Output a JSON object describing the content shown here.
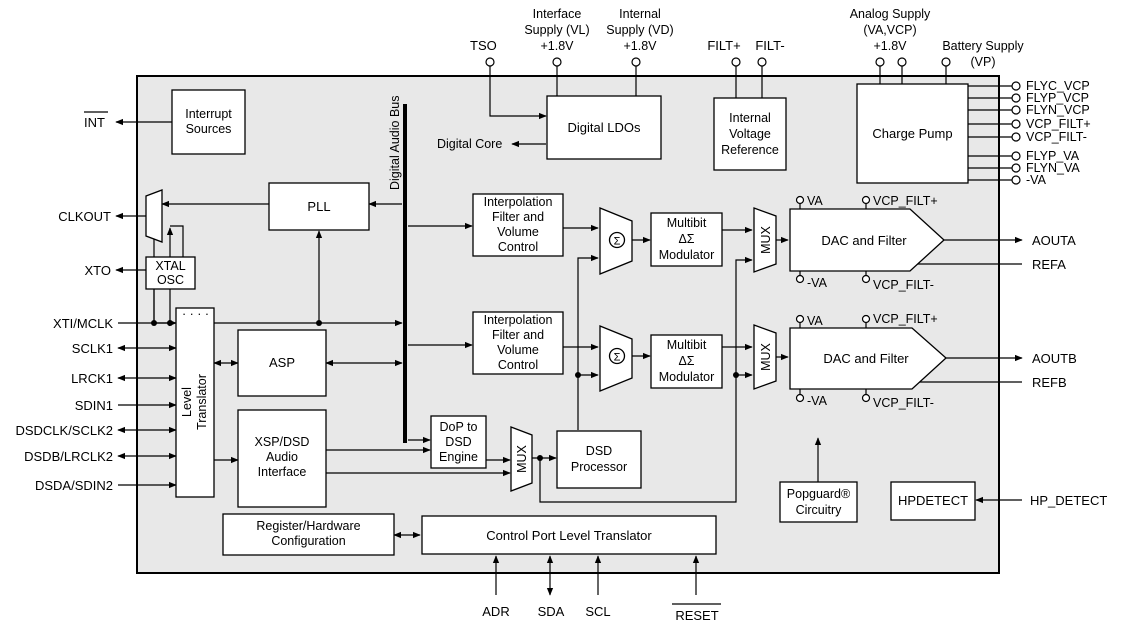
{
  "title_bus": "Digital Audio Bus",
  "blocks": {
    "interrupt": [
      "Interrupt",
      "Sources"
    ],
    "pll": "PLL",
    "xtal": [
      "XTAL",
      "OSC"
    ],
    "level_translator": [
      "Level",
      "Translator"
    ],
    "asp": "ASP",
    "xsp": [
      "XSP/DSD",
      "Audio",
      "Interface"
    ],
    "register": [
      "Register/Hardware",
      "Configuration"
    ],
    "control_port": "Control Port Level Translator",
    "digital_ldos": "Digital LDOs",
    "ivr": [
      "Internal",
      "Voltage",
      "Reference"
    ],
    "charge_pump": "Charge Pump",
    "interp_a": [
      "Interpolation",
      "Filter and",
      "Volume",
      "Control"
    ],
    "interp_b": [
      "Interpolation",
      "Filter and",
      "Volume",
      "Control"
    ],
    "mod_a": [
      "Multibit",
      "ΔΣ",
      "Modulator"
    ],
    "mod_b": [
      "Multibit",
      "ΔΣ",
      "Modulator"
    ],
    "dac_a": "DAC and Filter",
    "dac_b": "DAC and Filter",
    "dop": [
      "DoP to",
      "DSD",
      "Engine"
    ],
    "dsd_proc": [
      "DSD",
      "Processor"
    ],
    "popguard": [
      "Popguard®",
      "Circuitry"
    ],
    "hpdetect": "HPDETECT",
    "mux": "MUX",
    "sum": "Σ"
  },
  "left_pins": {
    "int": "INT",
    "clkout": "CLKOUT",
    "xto": "XTO",
    "xti": "XTI/MCLK",
    "sclk1": "SCLK1",
    "lrck1": "LRCK1",
    "sdin1": "SDIN1",
    "dsdclk": "DSDCLK/SCLK2",
    "dsdb": "DSDB/LRCLK2",
    "dsda": "DSDA/SDIN2"
  },
  "top_pins": {
    "tso": "TSO",
    "vl": [
      "Interface",
      "Supply (VL)",
      "+1.8V"
    ],
    "vd": [
      "Internal",
      "Supply (VD)",
      "+1.8V"
    ],
    "filt_p": "FILT+",
    "filt_m": "FILT-",
    "analog": [
      "Analog Supply",
      "(VA,VCP)",
      "+1.8V"
    ],
    "battery": [
      "Battery Supply",
      "(VP)"
    ],
    "digital_core": "Digital Core"
  },
  "right_pins": {
    "cp": [
      "FLYC_VCP",
      "FLYP_VCP",
      "FLYN_VCP",
      "VCP_FILT+",
      "VCP_FILT-",
      "FLYP_VA",
      "FLYN_VA",
      "-VA"
    ],
    "aouta": "AOUTA",
    "refa": "REFA",
    "aoutb": "AOUTB",
    "refb": "REFB",
    "hp_detect": "HP_DETECT"
  },
  "dac_rails": {
    "va": "VA",
    "neg_va": "-VA",
    "vcp_p": "VCP_FILT+",
    "vcp_m": "VCP_FILT-"
  },
  "bottom_pins": {
    "adr": "ADR",
    "sda": "SDA",
    "scl": "SCL",
    "reset": "RESET"
  }
}
